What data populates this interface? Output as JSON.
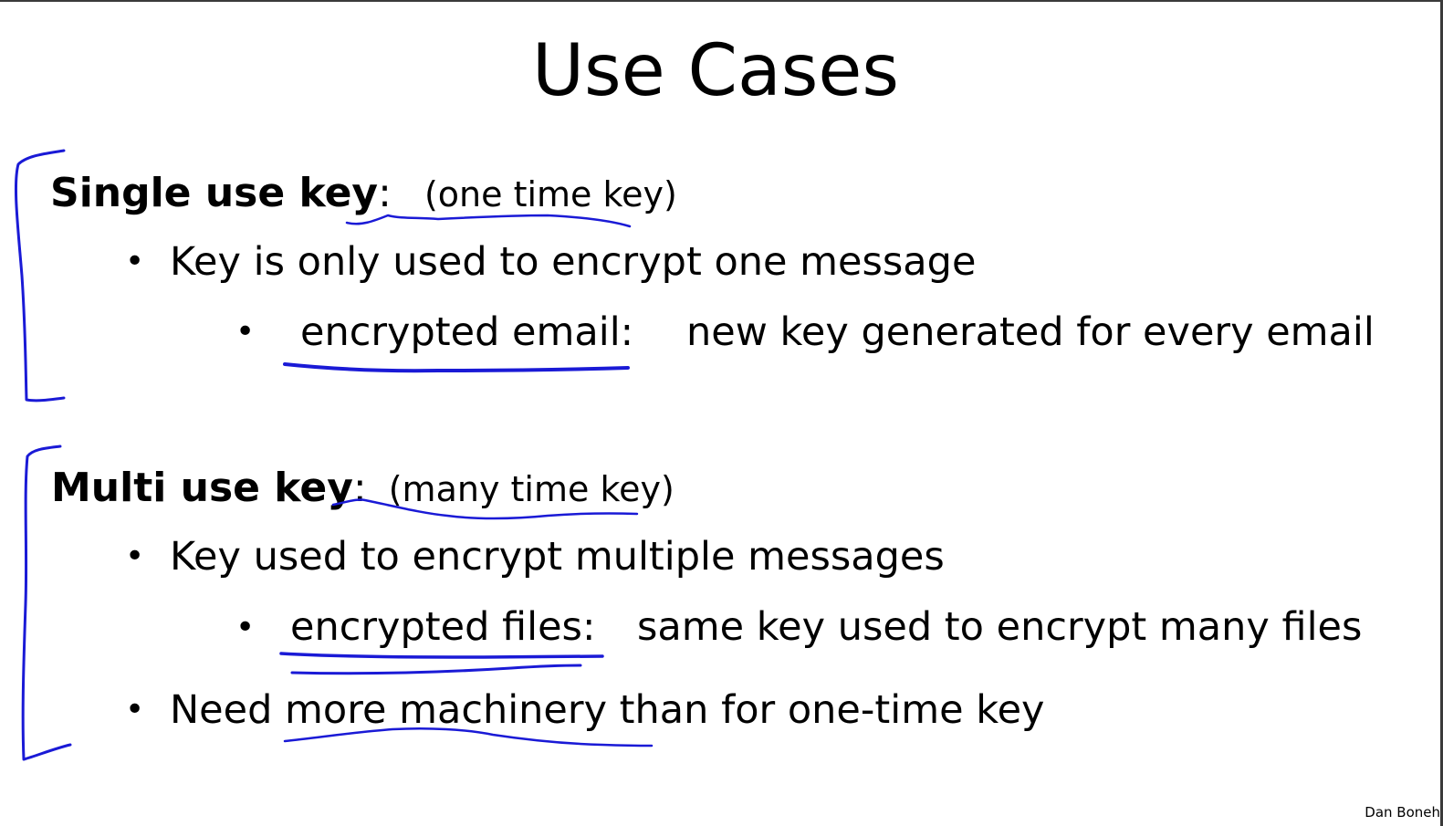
{
  "slide": {
    "title": "Use Cases",
    "sections": [
      {
        "heading": "Single use key",
        "separator": ":",
        "note": "(one time key)",
        "bullets": [
          {
            "text": "Key is only used to encrypt one message",
            "sub": {
              "term": "encrypted email:",
              "desc": "new key generated for every email"
            }
          }
        ]
      },
      {
        "heading": "Multi use key",
        "separator": ":",
        "note": "(many time key)",
        "bullets": [
          {
            "text": "Key used to encrypt multiple messages",
            "sub": {
              "term": "encrypted files:",
              "desc": "same key used to encrypt many files"
            }
          },
          {
            "text_before": "Need ",
            "text_emph": "more machinery",
            "text_after": " than for one-time key"
          }
        ]
      }
    ],
    "footer": "Dan Boneh",
    "bullet_glyph": "•",
    "annotation_color": "#1a1ad6"
  }
}
